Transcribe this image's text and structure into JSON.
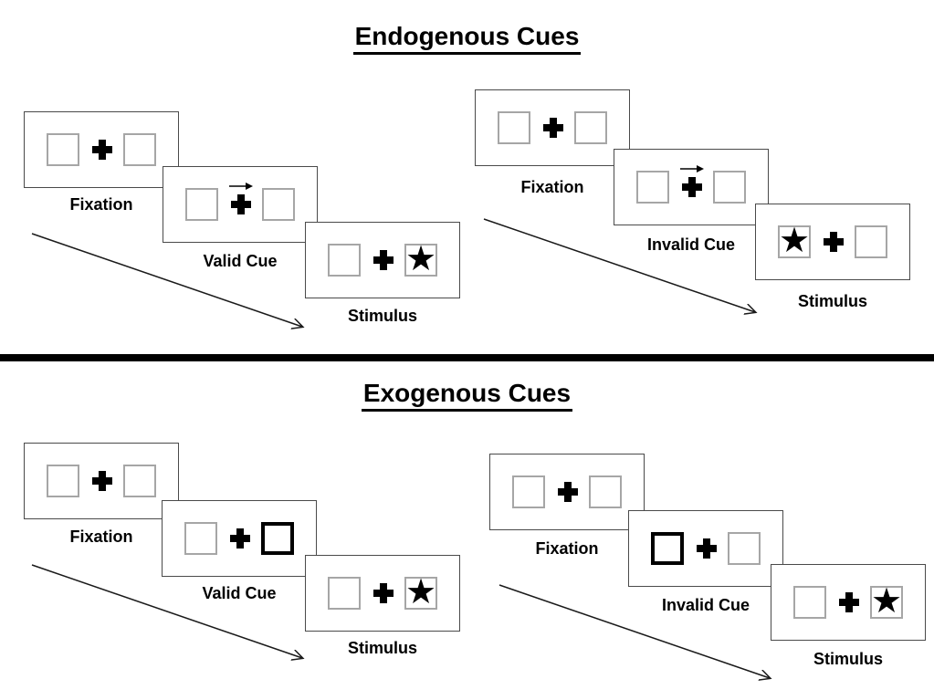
{
  "glyphs": {
    "star": "★"
  },
  "colors": {
    "background": "#ffffff",
    "ink": "#000000",
    "panel_border": "#4a4a4a",
    "box_border": "#a6a6a6",
    "divider": "#000000"
  },
  "sections": [
    {
      "title": "Endogenous Cues",
      "sequences": [
        {
          "name": "valid",
          "panels": [
            {
              "label": "Fixation",
              "left_box": "empty",
              "right_box": "empty",
              "center": "fixation-cross"
            },
            {
              "label": "Valid Cue",
              "left_box": "empty",
              "right_box": "empty",
              "center": "fixation-cross-with-right-arrow"
            },
            {
              "label": "Stimulus",
              "left_box": "empty",
              "right_box": "star",
              "center": "fixation-cross"
            }
          ]
        },
        {
          "name": "invalid",
          "panels": [
            {
              "label": "Fixation",
              "left_box": "empty",
              "right_box": "empty",
              "center": "fixation-cross"
            },
            {
              "label": "Invalid Cue",
              "left_box": "empty",
              "right_box": "empty",
              "center": "fixation-cross-with-right-arrow"
            },
            {
              "label": "Stimulus",
              "left_box": "star",
              "right_box": "empty",
              "center": "fixation-cross"
            }
          ]
        }
      ]
    },
    {
      "title": "Exogenous Cues",
      "sequences": [
        {
          "name": "valid",
          "panels": [
            {
              "label": "Fixation",
              "left_box": "empty",
              "right_box": "empty",
              "center": "fixation-cross"
            },
            {
              "label": "Valid Cue",
              "left_box": "empty",
              "right_box": "highlighted",
              "center": "fixation-cross"
            },
            {
              "label": "Stimulus",
              "left_box": "empty",
              "right_box": "star",
              "center": "fixation-cross"
            }
          ]
        },
        {
          "name": "invalid",
          "panels": [
            {
              "label": "Fixation",
              "left_box": "empty",
              "right_box": "empty",
              "center": "fixation-cross"
            },
            {
              "label": "Invalid Cue",
              "left_box": "highlighted",
              "right_box": "empty",
              "center": "fixation-cross"
            },
            {
              "label": "Stimulus",
              "left_box": "empty",
              "right_box": "star",
              "center": "fixation-cross"
            }
          ]
        }
      ]
    }
  ]
}
